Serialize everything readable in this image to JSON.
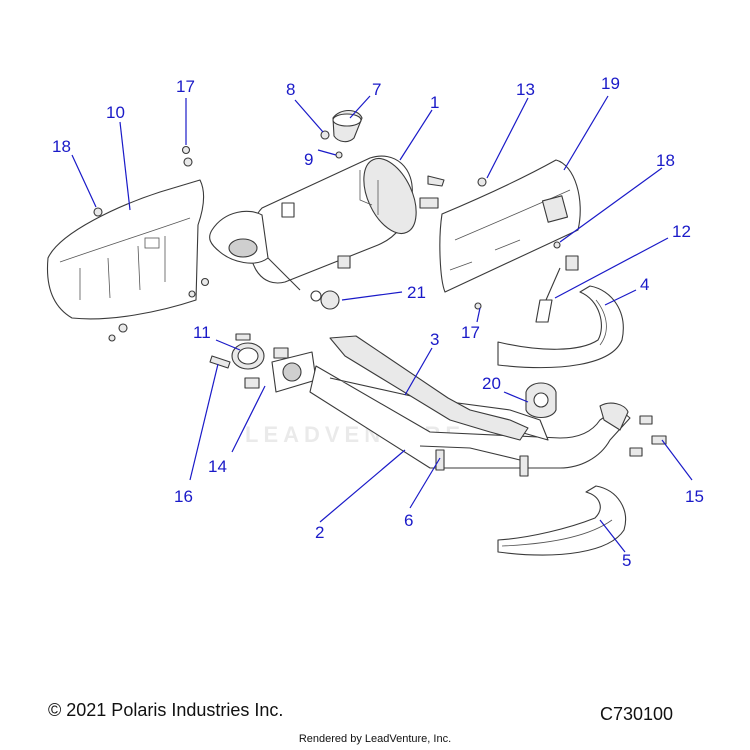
{
  "callouts": [
    "1",
    "2",
    "3",
    "4",
    "5",
    "6",
    "7",
    "8",
    "9",
    "10",
    "11",
    "12",
    "13",
    "14",
    "15",
    "16",
    "17",
    "17",
    "18",
    "18",
    "19",
    "20",
    "21"
  ],
  "watermark": "LEADVENTURE",
  "footer": {
    "copyright": "© 2021 Polaris Industries Inc.",
    "diagram_code": "C730100",
    "rendered_by": "Rendered by LeadVenture, Inc."
  },
  "colors": {
    "callout": "#1a1ac8",
    "line_art": "#3a3a3a"
  }
}
